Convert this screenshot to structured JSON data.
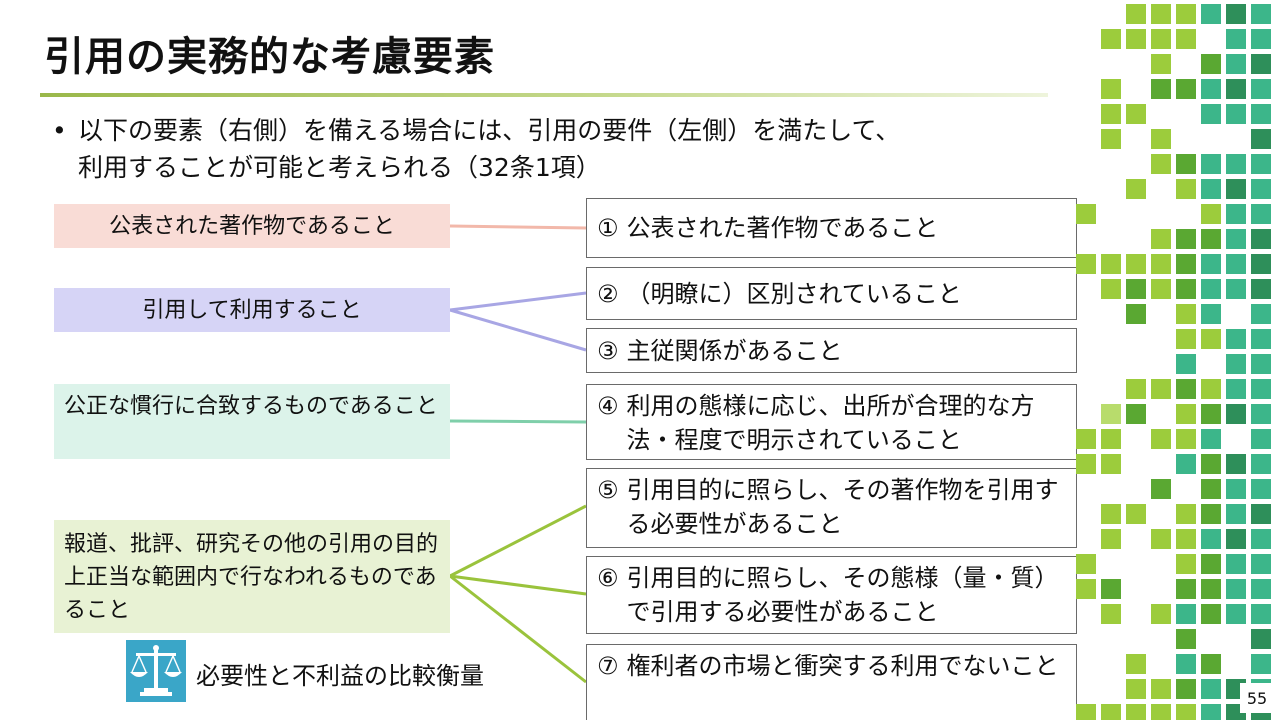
{
  "slide": {
    "title": "引用の実務的な考慮要素",
    "bullet_symbol": "•",
    "bullet_line1": "以下の要素（右側）を備える場合には、引用の要件（左側）を満たして、",
    "bullet_line2": "利用することが可能と考えられる（32条1項）",
    "page_number": "55"
  },
  "requirements": [
    {
      "text": "公表された著作物であること",
      "color": "#f9dcd6",
      "line_color": "#f2b8aa"
    },
    {
      "text": "引用して利用すること",
      "color": "#d6d4f6",
      "line_color": "#a8a6e4"
    },
    {
      "text": "公正な慣行に合致するものであること",
      "color": "#dcf3ea",
      "line_color": "#7fcfaa"
    },
    {
      "text": "報道、批評、研究その他の引用の目的上正当な範囲内で行なわれるものであること",
      "color": "#e8f2d4",
      "line_color": "#9ac33c"
    }
  ],
  "elements": [
    {
      "num": "①",
      "text": "公表された著作物であること"
    },
    {
      "num": "②",
      "text": "（明瞭に）区別されていること"
    },
    {
      "num": "③",
      "text": "主従関係があること"
    },
    {
      "num": "④",
      "text": "利用の態様に応じ、出所が合理的な方法・程度で明示されていること"
    },
    {
      "num": "⑤",
      "text": "引用目的に照らし、その著作物を引用する必要性があること"
    },
    {
      "num": "⑥",
      "text": "引用目的に照らし、その態様（量・質）で引用する必要性があること"
    },
    {
      "num": "⑦",
      "text": "権利者の市場と衝突する利用でないこと"
    }
  ],
  "balance": {
    "icon": "balance-scale-icon",
    "label": "必要性と不利益の比較衡量",
    "icon_color": "#3aa6c8"
  },
  "colors": {
    "accent_green": "#9ab84a",
    "deco_greens": [
      "#9ccc3c",
      "#5aa832",
      "#3cb68a",
      "#2e8f5a",
      "#b8dc6c"
    ]
  }
}
